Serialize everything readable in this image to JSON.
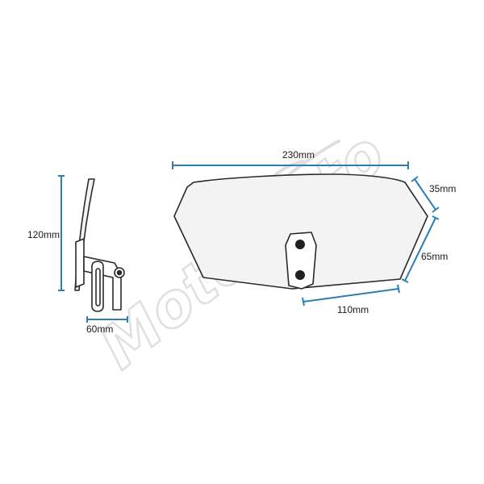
{
  "watermark": {
    "text": "MotoMoto"
  },
  "colors": {
    "dimension_line": "#2b7fb3",
    "outline": "#2a2a2a",
    "lens_fill": "#f3f3f3",
    "watermark": "#dcdcdc"
  },
  "side_view": {
    "height_label": "120mm",
    "width_label": "60mm"
  },
  "front_view": {
    "top_width_label": "230mm",
    "right_upper_label": "35mm",
    "right_lower_label": "65mm",
    "bottom_label": "110mm"
  }
}
